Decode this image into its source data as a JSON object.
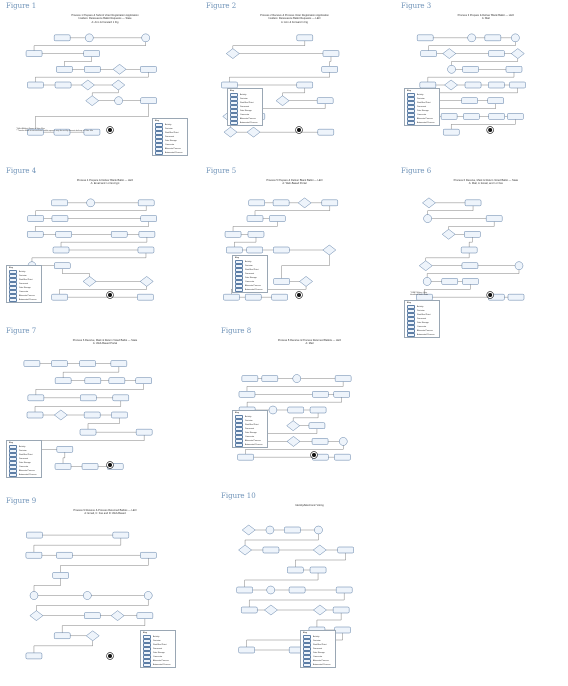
{
  "figures": [
    {
      "label": "Figure 1",
      "title": "Process 1 Prepare & Submit Voter Registration Application\nInsiders: Reissuance Ballot Requests — State\nA: Arm & Forward 1 Fig"
    },
    {
      "label": "Figure 2",
      "title": "Process 2 Receive & Process Voter Registration Application\nInsiders: Reissuance Ballot Requests — LEO\nA: Arm & Forward 1 Fig"
    },
    {
      "label": "Figure 3",
      "title": "Process 3 Prepare & Deliver Blank Ballot — LEO\nA: Mail"
    },
    {
      "label": "Figure 4",
      "title": "Process 4 Prepare & Deliver Blank Ballot — LEO\nA: Email and / or Encrypt"
    },
    {
      "label": "Figure 5",
      "title": "Process 5 Prepare & Deliver Blank Ballot — LEO\nA: Web-Based Portal"
    },
    {
      "label": "Figure 6",
      "title": "Process 6 Receive, Mark & Return Voted Ballot — State\nA: Mail, A: Email, and / or Fax"
    },
    {
      "label": "Figure 7",
      "title": "Process 6 Receive, Mark & Return Voted Ballot — State\nA: Web-Based Portal"
    },
    {
      "label": "Figure 8",
      "title": "Process 8 Receive & Process Returned Ballots — LEO\nA: Mail"
    },
    {
      "label": "Figure 9",
      "title": "Process 9 Receive & Process Returned Ballots — LEO\nA: Email, C: Fax and D: Web-Based"
    },
    {
      "label": "Figure 10",
      "title": "Identity/Electronic Voting"
    }
  ],
  "legend": {
    "title": "Key",
    "items": [
      "Activity",
      "Decision",
      "Start/End Point",
      "Document",
      "Data Storage",
      "Connector",
      "Alternate Process",
      "Automated Process"
    ]
  },
  "notes": {
    "fig1": "* Ballot Affidavit Forms in Voter Files\n** Transfer Mode is non-exclusive; ballot requests may be sent by alternate delivery as Voter Info",
    "fig6": "* FVAP, Military, Voter\n  Handbook/Voter Guide"
  }
}
